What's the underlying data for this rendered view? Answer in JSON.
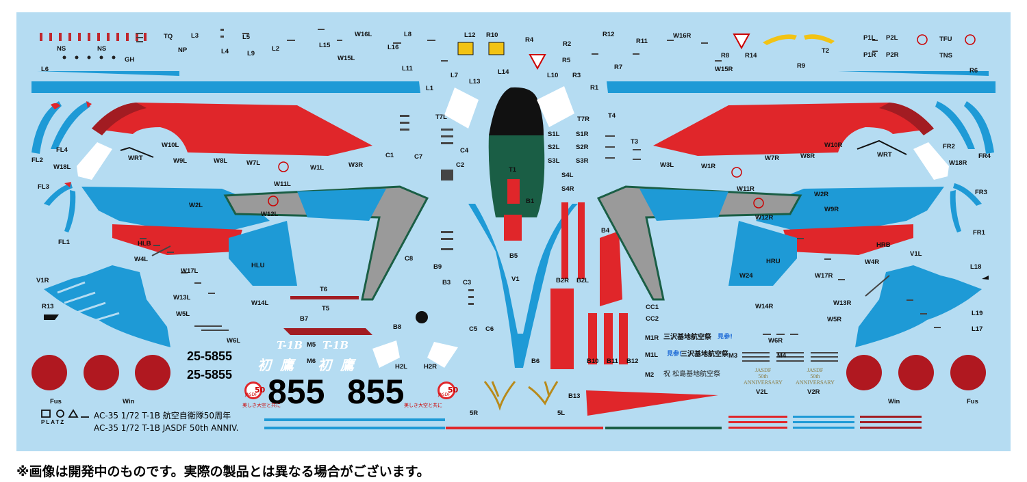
{
  "labels": {
    "NS_left": "NS",
    "NS_right": "NS",
    "TQ": "TQ",
    "NP": "NP",
    "GH": "GH",
    "L3": "L3",
    "L4": "L4",
    "L5": "L5",
    "L9": "L9",
    "L2": "L2",
    "L15": "L15",
    "W16L": "W16L",
    "L8": "L8",
    "L16": "L16",
    "W15L": "W15L",
    "L11": "L11",
    "L12": "L12",
    "R10": "R10",
    "R4": "R4",
    "L14": "L14",
    "L7": "L7",
    "L13": "L13",
    "L10": "L10",
    "R2": "R2",
    "R5": "R5",
    "R3": "R3",
    "R1": "R1",
    "R12": "R12",
    "R11": "R11",
    "W16R": "W16R",
    "R7": "R7",
    "R8": "R8",
    "R14": "R14",
    "W15R": "W15R",
    "R9": "R9",
    "P1L": "P1L",
    "P2L": "P2L",
    "TFU": "TFU",
    "T2": "T2",
    "P1R": "P1R",
    "P2R": "P2R",
    "TNS": "TNS",
    "L6": "L6",
    "R6": "R6",
    "L1": "L1",
    "T7L": "T7L",
    "T7R": "T7R",
    "T4": "T4",
    "T3": "T3",
    "S1L": "S1L",
    "S1R": "S1R",
    "S2L": "S2L",
    "S2R": "S2R",
    "S3L": "S3L",
    "S3R": "S3R",
    "S4L": "S4L",
    "S4R": "S4R",
    "FL4": "FL4",
    "FL2": "FL2",
    "W18L": "W18L",
    "W10L": "W10L",
    "WRT_L": "WRT",
    "W9L": "W9L",
    "W8L": "W8L",
    "W7L": "W7L",
    "W1L": "W1L",
    "W3R": "W3R",
    "C1": "C1",
    "C7": "C7",
    "C4": "C4",
    "C2": "C2",
    "T1": "T1",
    "B1": "B1",
    "W11L": "W11L",
    "W12L": "W12L",
    "W2L": "W2L",
    "FL3": "FL3",
    "FL1": "FL1",
    "HLB": "HLB",
    "HLU": "HLU",
    "W4L": "W4L",
    "W17L": "W17L",
    "W13L": "W13L",
    "W14L": "W14L",
    "W5L": "W5L",
    "W6L": "W6L",
    "V1R": "V1R",
    "R13": "R13",
    "T6": "T6",
    "T5": "T5",
    "B7": "B7",
    "C8": "C8",
    "B9": "B9",
    "B3": "B3",
    "C3": "C3",
    "B8": "B8",
    "C5": "C5",
    "C6": "C6",
    "H2L": "H2L",
    "H2R": "H2R",
    "M5": "M5",
    "M6": "M6",
    "B5": "B5",
    "V1": "V1",
    "B6": "B6",
    "B2R": "B2R",
    "B2L": "B2L",
    "B4": "B4",
    "B10": "B10",
    "B11": "B11",
    "B12": "B12",
    "B13": "B13",
    "5R": "5R",
    "5L": "5L",
    "W3L": "W3L",
    "W1R": "W1R",
    "W7R": "W7R",
    "W8R": "W8R",
    "W10R": "W10R",
    "WRT_R": "WRT",
    "FR2": "FR2",
    "FR4": "FR4",
    "W18R": "W18R",
    "W11R": "W11R",
    "W12R": "W12R",
    "W2R": "W2R",
    "W9R": "W9R",
    "FR3": "FR3",
    "FR1": "FR1",
    "HRB": "HRB",
    "HRU": "HRU",
    "W4R": "W4R",
    "V1L": "V1L",
    "L18": "L18",
    "W24": "W24",
    "W17R": "W17R",
    "W14R": "W14R",
    "W13R": "W13R",
    "W5R": "W5R",
    "L19": "L19",
    "L17": "L17",
    "W6R": "W6R",
    "CC1": "CC1",
    "CC2": "CC2",
    "M1R": "M1R",
    "M1L": "M1L",
    "M2": "M2",
    "M3": "M3",
    "M4": "M4",
    "V2L": "V2L",
    "V2R": "V2R",
    "Fus_left": "Fus",
    "Win_left": "Win",
    "Win_right": "Win",
    "Fus_right": "Fus"
  },
  "serials": {
    "top": "25-5855",
    "bottom": "25-5855"
  },
  "big_number": {
    "left": "855",
    "right": "855"
  },
  "t1b_script": {
    "left": "T-1B",
    "right": "T-1B"
  },
  "hatsutaka": {
    "a": "初",
    "b": "鷹",
    "c": "初",
    "d": "鷹"
  },
  "jasdf_badge": {
    "text": "JASDF",
    "fifty": "50",
    "caption": "美しき大空と共に"
  },
  "misawa": {
    "m1r": "三沢基地航空祭",
    "m1r_tag": "見参!",
    "m1l": "三沢基地航空祭",
    "m1l_tag": "見参!"
  },
  "matsushima": "祝 松島基地航空祭",
  "anniversary": {
    "line1": "JASDF",
    "line2": "50th",
    "line3": "ANNIVERSARY"
  },
  "brand": "PLATZ",
  "product_lines": {
    "ja": "AC-35 1/72 T-1B 航空自衛隊50周年",
    "en": "AC-35 1/72 T-1B JASDF 50th ANNIV."
  },
  "disclaimer": "※画像は開発中のものです。実際の製品とは異なる場合がございます。",
  "colors": {
    "sheet": "#b5dcf2",
    "blue": "#1e9ad6",
    "red": "#e0262a",
    "darkred": "#a21c22",
    "hinomaru": "#b01820",
    "green": "#1a5e45",
    "grey": "#9a9a9a",
    "yellow": "#f2c314"
  }
}
